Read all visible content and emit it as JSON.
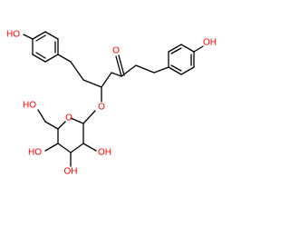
{
  "colors": {
    "bond": "#000000",
    "oxygen": "#ff0000",
    "background": "#ffffff"
  },
  "labels": {
    "hydroxyl_left": "HO",
    "hydroxyl_right": "OH",
    "ketone_oxygen": "O",
    "ether_oxygen": "O",
    "ring_oxygen": "O",
    "sugar_ch2oh": "HO",
    "sugar_oh_c2": "OH",
    "sugar_oh_c3": "OH",
    "sugar_oh_c4": "HO"
  }
}
